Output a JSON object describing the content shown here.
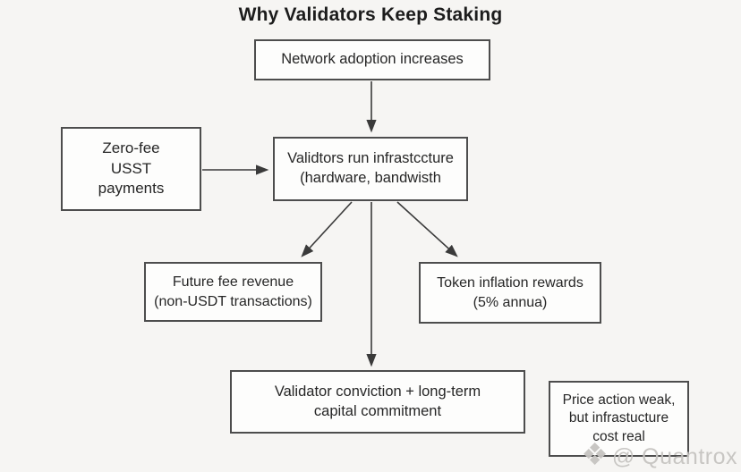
{
  "title": "Why Validators Keep Staking",
  "nodes": {
    "network": {
      "lines": [
        "Network adoption increases"
      ]
    },
    "validators": {
      "lines": [
        "Validtors run infrastccture",
        "(hardware, bandwisth"
      ]
    },
    "zerofee": {
      "lines": [
        "Zero-fee",
        "USST",
        "payments"
      ]
    },
    "future": {
      "lines": [
        "Future fee revenue",
        "(non-USDT transactions)"
      ]
    },
    "token": {
      "lines": [
        "Token inflation rewards",
        "(5% annua)"
      ]
    },
    "conviction": {
      "lines": [
        "Validator conviction + long-term",
        "capital commitment"
      ]
    },
    "price": {
      "lines": [
        "Price action weak,",
        "but infrastucture",
        "cost real"
      ]
    }
  },
  "edges": [
    {
      "from": "network",
      "to": "validators"
    },
    {
      "from": "zerofee",
      "to": "validators"
    },
    {
      "from": "validators",
      "to": "future"
    },
    {
      "from": "validators",
      "to": "conviction"
    },
    {
      "from": "validators",
      "to": "token"
    }
  ],
  "watermark": {
    "icon_glyph": "❖",
    "text": "@ Quantrox"
  },
  "colors": {
    "background": "#f6f5f3",
    "box_fill": "#fdfdfc",
    "box_border": "#4d4d4d",
    "text": "#262626",
    "arrow": "#3a3a3a",
    "watermark": "#c6c4c1"
  }
}
